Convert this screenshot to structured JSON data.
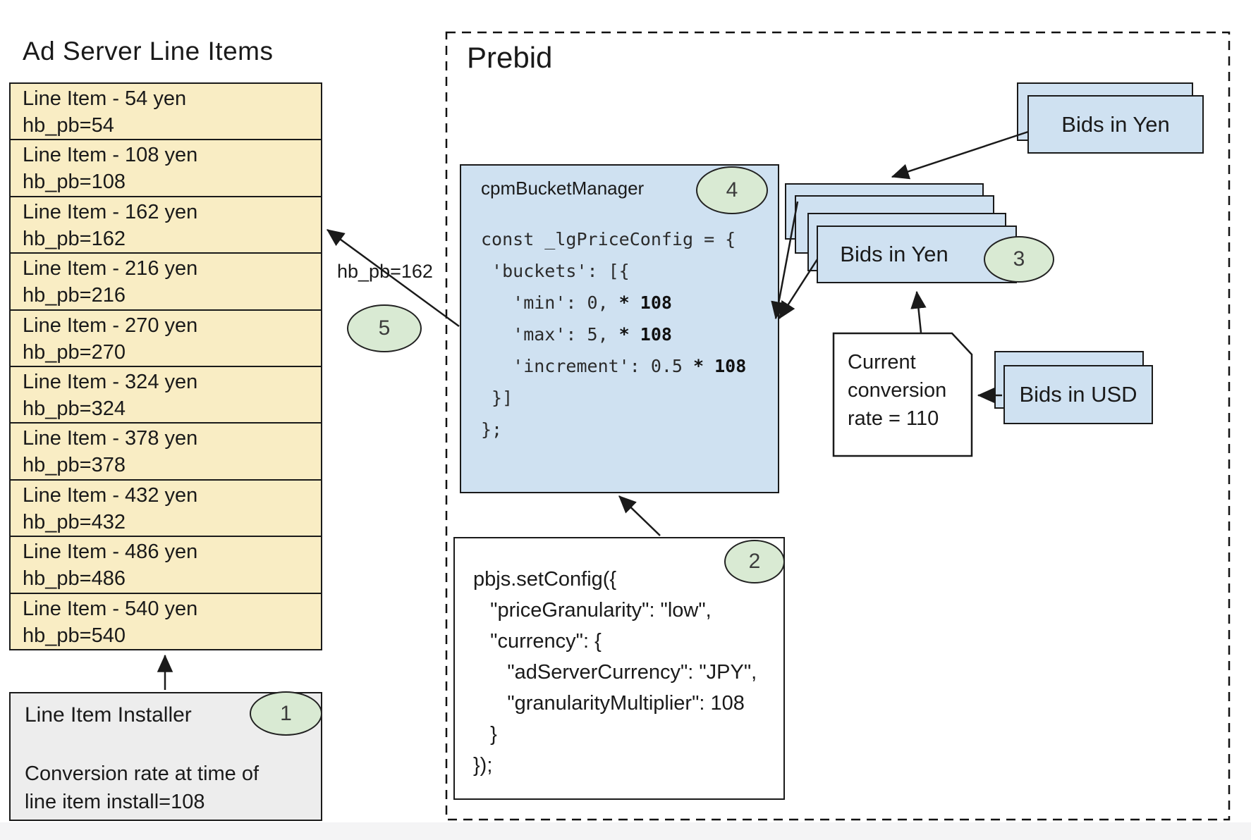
{
  "colors": {
    "border_dark": "#1a1a1a",
    "card_blue": "#cfe1f1",
    "line_item_yellow": "#f9edc4",
    "badge_green": "#d9ead3",
    "installer_gray": "#ededed"
  },
  "ad_server": {
    "title": "Ad Server Line Items",
    "line_items": [
      {
        "label": "Line Item - 54 yen",
        "key": "hb_pb=54"
      },
      {
        "label": "Line Item - 108 yen",
        "key": "hb_pb=108"
      },
      {
        "label": "Line Item - 162 yen",
        "key": "hb_pb=162"
      },
      {
        "label": "Line Item - 216 yen",
        "key": "hb_pb=216"
      },
      {
        "label": "Line Item - 270 yen",
        "key": "hb_pb=270"
      },
      {
        "label": "Line Item - 324 yen",
        "key": "hb_pb=324"
      },
      {
        "label": "Line Item - 378 yen",
        "key": "hb_pb=378"
      },
      {
        "label": "Line Item - 432 yen",
        "key": "hb_pb=432"
      },
      {
        "label": "Line Item - 486 yen",
        "key": "hb_pb=486"
      },
      {
        "label": "Line Item - 540 yen",
        "key": "hb_pb=540"
      }
    ],
    "installer": {
      "title": "Line Item Installer",
      "badge": "1",
      "note_lines": [
        "Conversion rate at time of",
        "line item install=108"
      ]
    }
  },
  "prebid": {
    "title": "Prebid",
    "bucket_manager": {
      "title": "cpmBucketManager",
      "badge": "4",
      "code": [
        {
          "pre": "const _lgPriceConfig = {",
          "bold": ""
        },
        {
          "pre": " 'buckets': [{",
          "bold": ""
        },
        {
          "pre": "   'min': 0, ",
          "bold": "* 108"
        },
        {
          "pre": "   'max': 5, ",
          "bold": "* 108"
        },
        {
          "pre": "   'increment': 0.5 ",
          "bold": "* 108"
        },
        {
          "pre": " }]",
          "bold": ""
        },
        {
          "pre": "};",
          "bold": ""
        }
      ]
    },
    "set_config": {
      "badge": "2",
      "code": [
        "pbjs.setConfig({",
        "   \"priceGranularity\": \"low\",",
        "   \"currency\": {",
        "      \"adServerCurrency\": \"JPY\",",
        "      \"granularityMultiplier\": 108",
        "   }",
        "});"
      ]
    },
    "bids_in_yen_top": "Bids in Yen",
    "bids_in_yen_stack": {
      "label": "Bids in Yen",
      "badge": "3"
    },
    "bids_in_usd": "Bids in USD",
    "conversion_note_lines": [
      "Current",
      "conversion",
      "rate = 110"
    ],
    "arrow_label": "hb_pb=162",
    "arrow_badge": "5"
  }
}
